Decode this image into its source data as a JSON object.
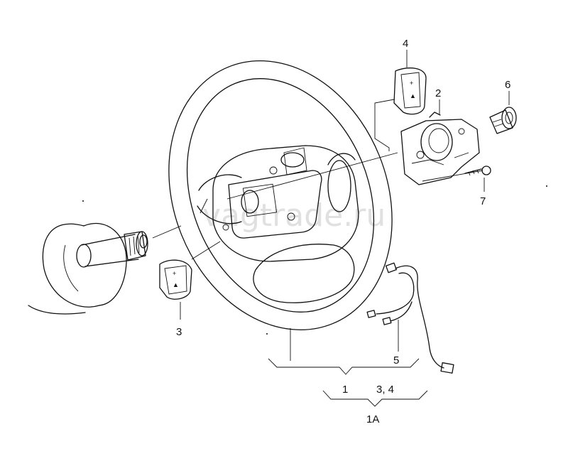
{
  "watermark": "vagtrade.ru",
  "callouts": {
    "part_1": "1",
    "part_1a": "1A",
    "part_2": "2",
    "part_3": "3",
    "part_3_4": "3, 4",
    "part_4": "4",
    "part_5": "5",
    "part_6": "6",
    "part_7": "7"
  }
}
